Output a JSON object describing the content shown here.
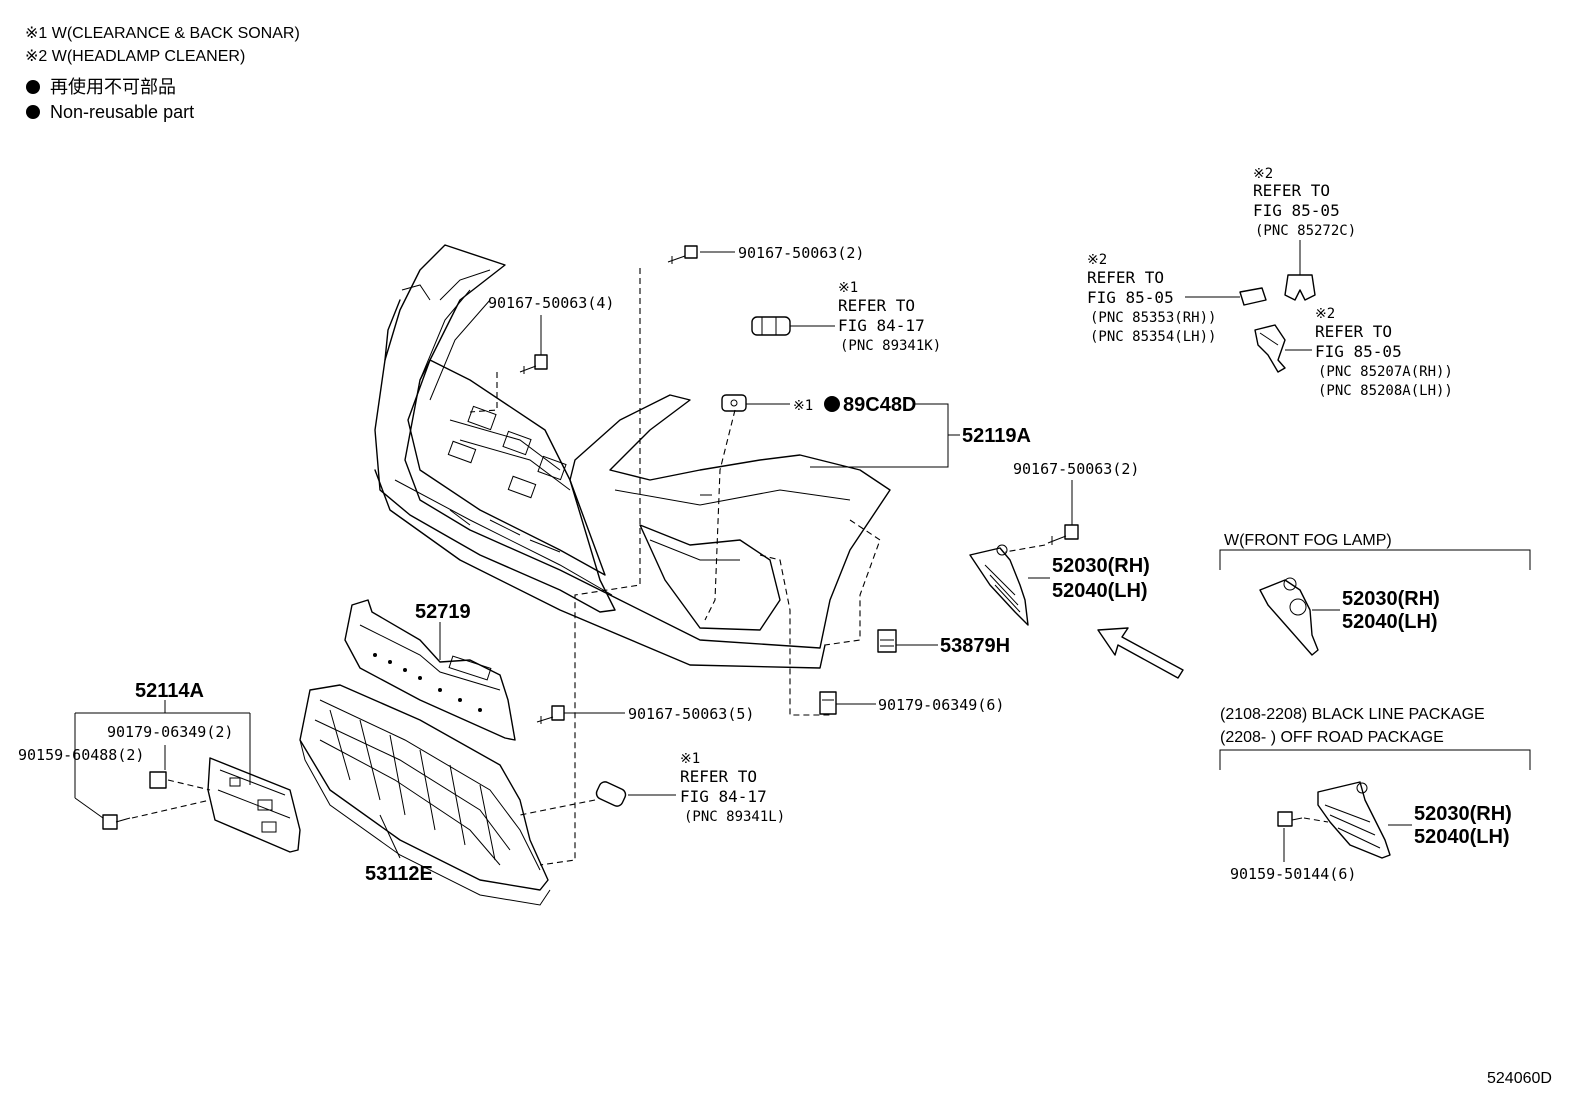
{
  "header": {
    "note1": "※1 W(CLEARANCE & BACK SONAR)",
    "note2": "※2 W(HEADLAMP CLEANER)",
    "legend_jp": "再使用不可部品",
    "legend_en": "Non-reusable part"
  },
  "callouts": {
    "bolt_top": "90167-50063(2)",
    "bolt_left": "90167-50063(4)",
    "refer1_mark": "※1",
    "refer1_line1": "REFER TO",
    "refer1_line2": "FIG 84-17",
    "refer1_pnc": "(PNC 89341K)",
    "sensor_mark": "※1",
    "sensor_part": "89C48D",
    "bumper_cover": "52119A",
    "bolt_right": "90167-50063(2)",
    "cover_rh": "52030(RH)",
    "cover_lh": "52040(LH)",
    "retainer": "53879H",
    "clip": "90179-06349(6)",
    "bolt_lower": "90167-50063(5)",
    "reinforcement": "52719",
    "grille": "53112E",
    "plate_bracket": "52114A",
    "clip2": "90179-06349(2)",
    "screw": "90159-60488(2)",
    "refer2_mark": "※1",
    "refer2_line1": "REFER TO",
    "refer2_line2": "FIG 84-17",
    "refer2_pnc": "(PNC 89341L)",
    "hl_a_mark": "※2",
    "hl_a_line1": "REFER TO",
    "hl_a_line2": "FIG 85-05",
    "hl_a_pnc": "(PNC 85272C)",
    "hl_b_mark": "※2",
    "hl_b_line1": "REFER TO",
    "hl_b_line2": "FIG 85-05",
    "hl_b_pnc1": "(PNC 85353(RH))",
    "hl_b_pnc2": "(PNC 85354(LH))",
    "hl_c_mark": "※2",
    "hl_c_line1": "REFER TO",
    "hl_c_line2": "FIG 85-05",
    "hl_c_pnc1": "(PNC 85207A(RH))",
    "hl_c_pnc2": "(PNC 85208A(LH))"
  },
  "fog_box": {
    "title": "W(FRONT FOG LAMP)",
    "rh": "52030(RH)",
    "lh": "52040(LH)"
  },
  "pkg_box": {
    "line1": "(2108-2208) BLACK LINE PACKAGE",
    "line2": "(2208-        ) OFF ROAD PACKAGE",
    "rh": "52030(RH)",
    "lh": "52040(LH)",
    "screw": "90159-50144(6)"
  },
  "footer": {
    "diagram_id": "524060D"
  }
}
